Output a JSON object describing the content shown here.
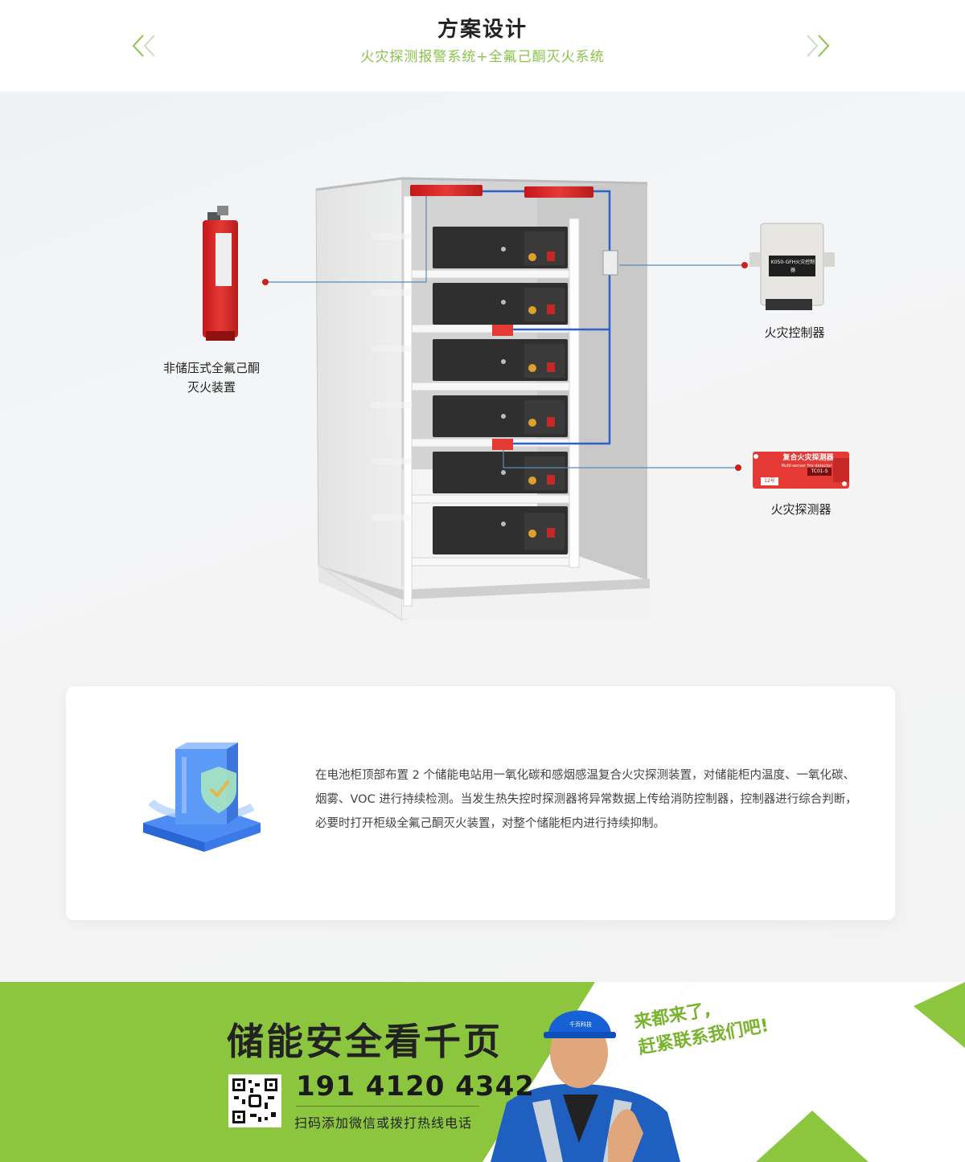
{
  "header": {
    "title": "方案设计",
    "subtitle": "火灾探测报警系统+全氟己酮灭火系统",
    "prev_icon": "double-chevron-left-icon",
    "next_icon": "double-chevron-right-icon",
    "accent_color": "#8bc34a"
  },
  "diagram": {
    "extinguisher_label_line1": "非储压式全氟己酮",
    "extinguisher_label_line2": "灭火装置",
    "controller_label": "火灾控制器",
    "detector_label": "火灾探测器",
    "controller_plate": "K050-GFH火灾控制器",
    "detector_plate": "复合火灾探测器",
    "detector_plate_en": "Multi-sensor fire detector",
    "detector_tag_left": "12号",
    "detector_tag_right": "TC01-S",
    "marker_color": "#cc1f1f",
    "wire_color": "#2d63c8"
  },
  "card": {
    "paragraph": "在电池柜顶部布置 2 个储能电站用一氧化碳和感烟感温复合火灾探测装置，对储能柜内温度、一氧化碳、烟雾、VOC 进行持续检测。当发生热失控时探测器将异常数据上传给消防控制器，控制器进行综合判断，必要时打开柜级全氟己酮灭火装置，对整个储能柜内进行持续抑制。"
  },
  "banner": {
    "slogan": "储能安全看千页",
    "phone": "191 4120 4342",
    "note": "扫码添加微信或拨打热线电话",
    "callout_line1": "来都来了,",
    "callout_line2": "赶紧联系我们吧!",
    "helmet_text": "千页科技",
    "background_color": "#8cc63f"
  }
}
